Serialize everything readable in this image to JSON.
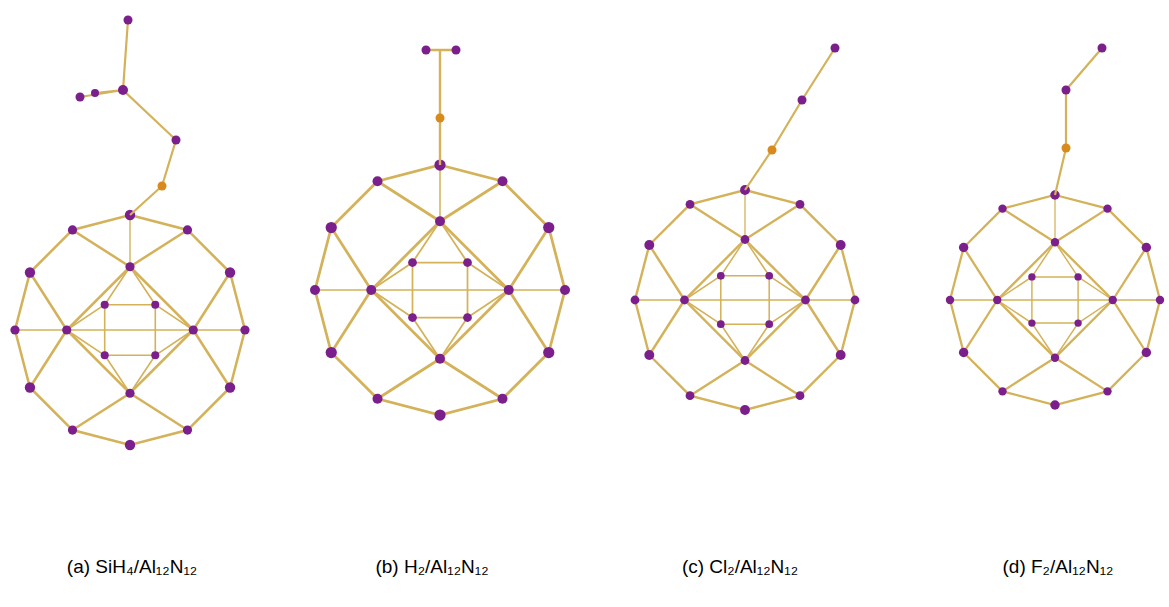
{
  "diagram": {
    "labels": [
      "(a) SiH₄/Al₁₂N₁₂",
      "(b) H₂/Al₁₂N₁₂",
      "(c) Cl₂/Al₁₂N₁₂",
      "(d) F₂/Al₁₂N₁₂"
    ]
  }
}
